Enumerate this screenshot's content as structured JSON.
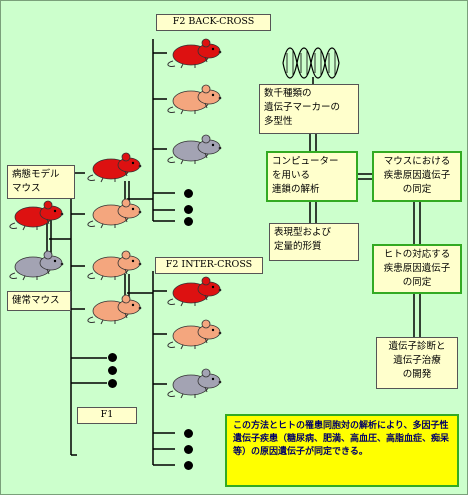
{
  "labels": {
    "f2_backcross": "F2 BACK-CROSS",
    "f2_intercross": "F2 INTER-CROSS",
    "f1": "F1",
    "model_mouse_1": "病態モデル",
    "model_mouse_2": "マウス",
    "normal_mouse": "健常マウス"
  },
  "boxes": {
    "markers": [
      "数千種類の",
      "遺伝子マーカーの",
      "多型性"
    ],
    "computer": [
      "コンピューター",
      "を用いる",
      "連鎖の解析"
    ],
    "phenotype": [
      "表現型および",
      "定量的形質"
    ],
    "mouse_gene": [
      "マウスにおける",
      "疾患原因遺伝子",
      "の同定"
    ],
    "human_gene": [
      "ヒトの対応する",
      "疾患原因遺伝子",
      "の同定"
    ],
    "therapy": [
      "遺伝子診断と",
      "遺伝子治療",
      "の開発"
    ]
  },
  "note": "この方法とヒトの罹患同胞対の解析により、多因子性遺伝子疾患（糖尿病、肥満、高血圧、高脂血症、痴呆等）の原因遺伝子が同定できる。",
  "colors": {
    "background": "#ccffcc",
    "box_fill": "#ffffcc",
    "box_border_green": "#33aa22",
    "note_fill": "#ffff00",
    "note_text": "#000066",
    "mouse_red": "#dd1111",
    "mouse_pink": "#f4a67e",
    "mouse_gray": "#a3a3b3"
  },
  "mice": {
    "parents": [
      "red",
      "gray"
    ],
    "f1": [
      "red",
      "pink",
      "pink",
      "pink"
    ],
    "backcross": [
      "red",
      "pink",
      "gray"
    ],
    "intercross": [
      "red",
      "pink",
      "gray"
    ]
  }
}
